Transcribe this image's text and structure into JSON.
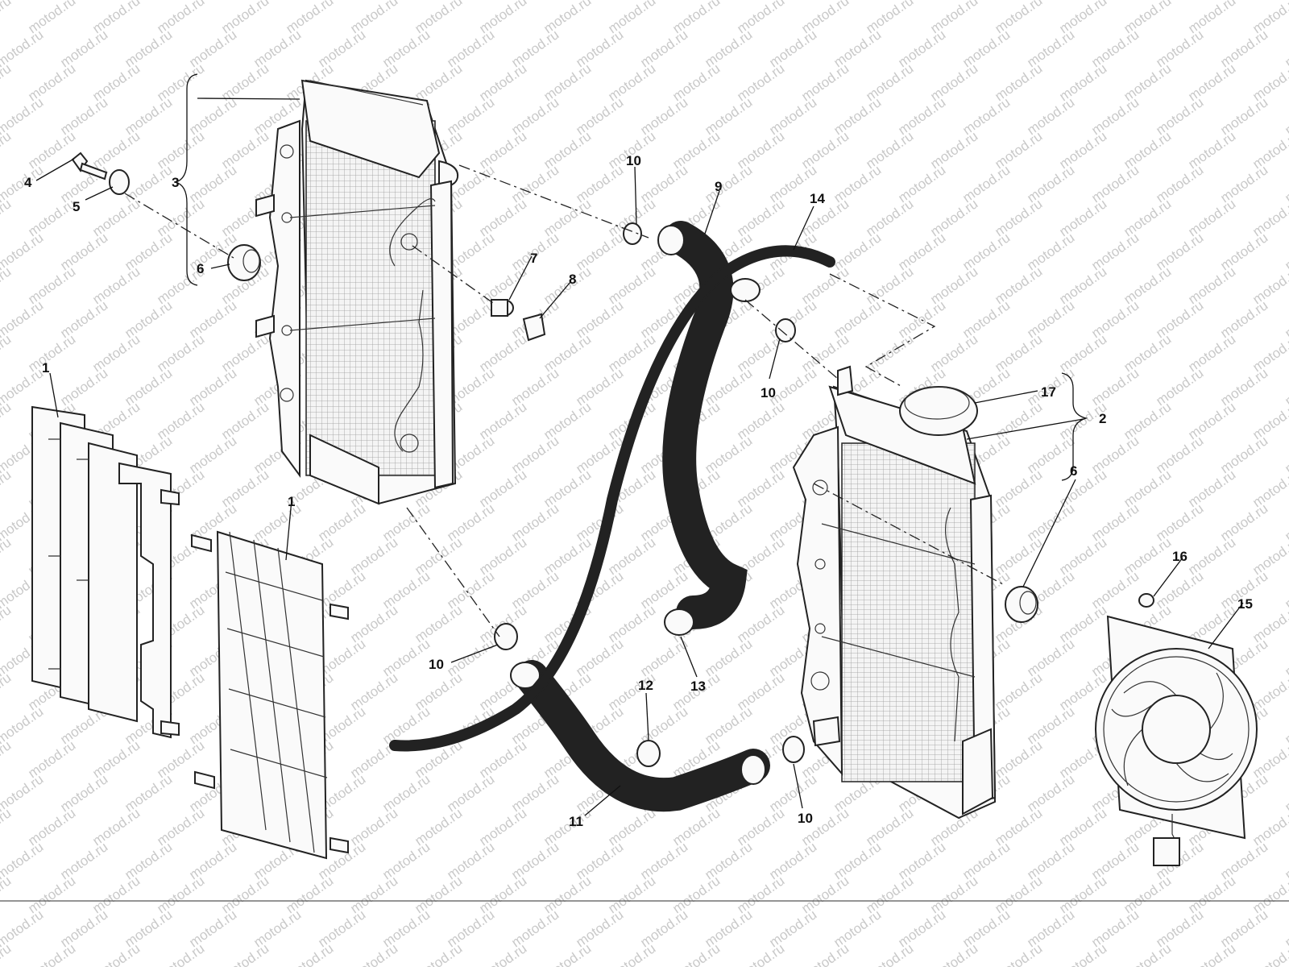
{
  "diagram": {
    "watermark_text": "motod.ru",
    "callouts": [
      "1",
      "1",
      "2",
      "3",
      "4",
      "5",
      "6",
      "6",
      "7",
      "8",
      "9",
      "10",
      "10",
      "10",
      "10",
      "11",
      "12",
      "13",
      "14",
      "15",
      "16",
      "17"
    ],
    "colors": {
      "line": "#222222",
      "watermark": "#c9c9c9",
      "background": "#ffffff"
    }
  }
}
